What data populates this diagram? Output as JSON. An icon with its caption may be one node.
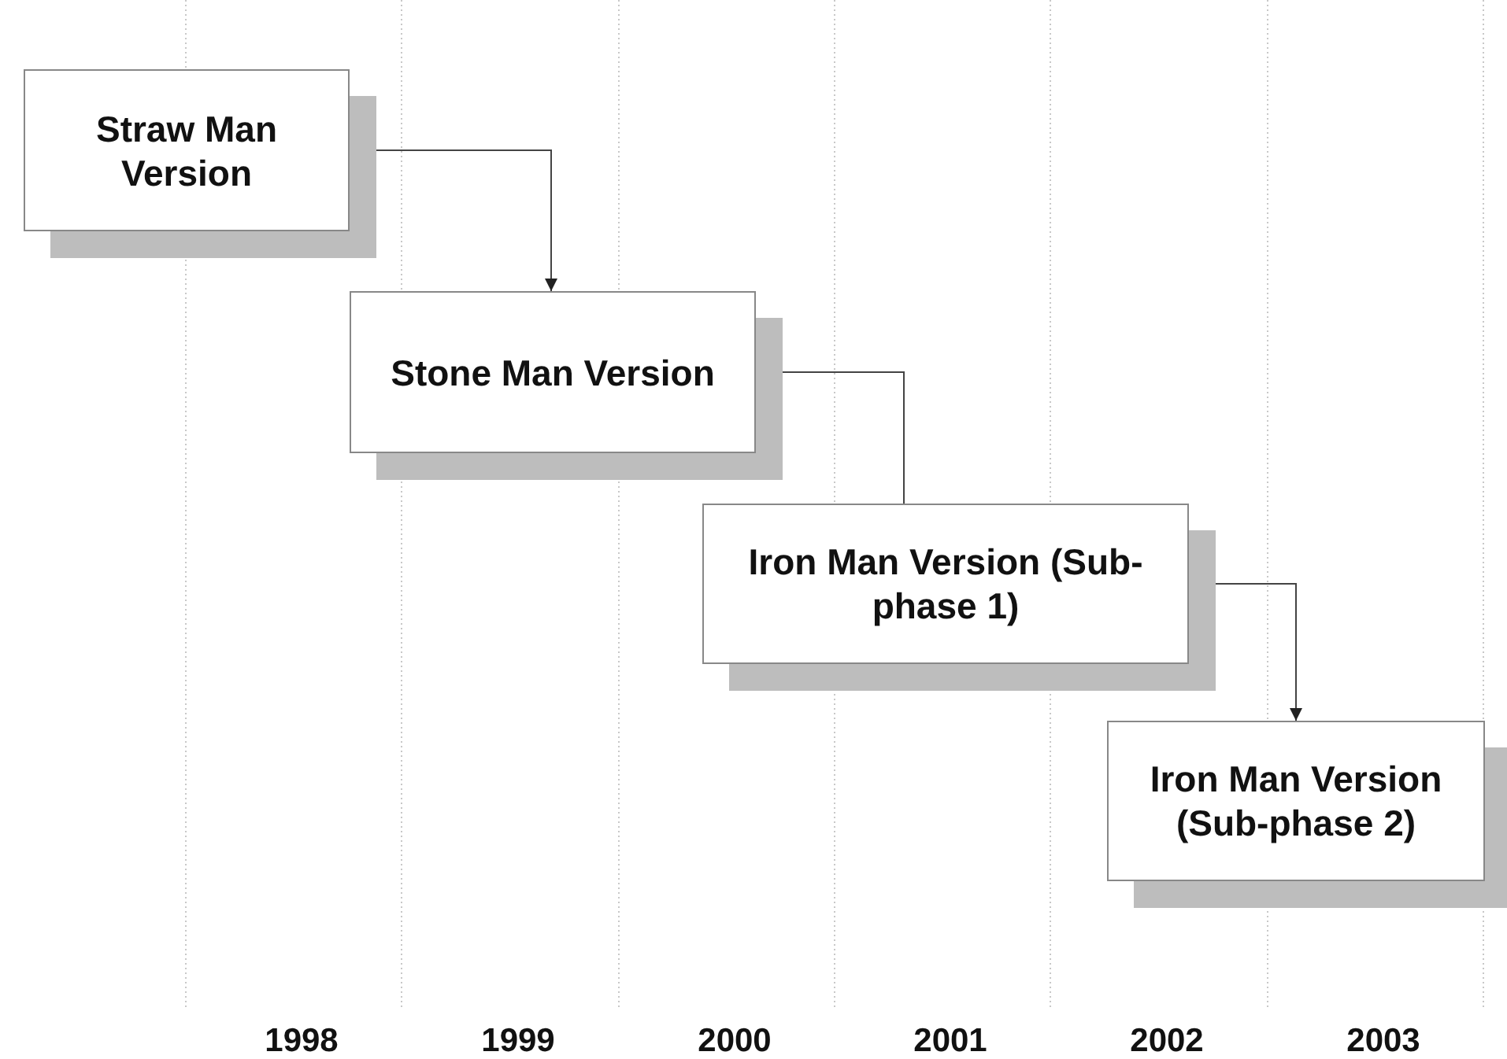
{
  "diagram": {
    "nodes": [
      {
        "text": [
          "Straw Man Version"
        ]
      },
      {
        "text": [
          "Stone Man Version"
        ]
      },
      {
        "text": [
          "Iron Man Version (Sub-phase 1)"
        ]
      },
      {
        "text": [
          "Iron Man Version (Sub-phase 2)"
        ]
      }
    ],
    "edges": [
      {
        "from": 0,
        "to": 1,
        "arrow": "to"
      },
      {
        "from": 1,
        "to": 2,
        "arrow": "none"
      },
      {
        "from": 2,
        "to": 3,
        "arrow": "to"
      }
    ],
    "labels": [
      "1998",
      "1999",
      "2000",
      "2001",
      "2002",
      "2003"
    ]
  }
}
